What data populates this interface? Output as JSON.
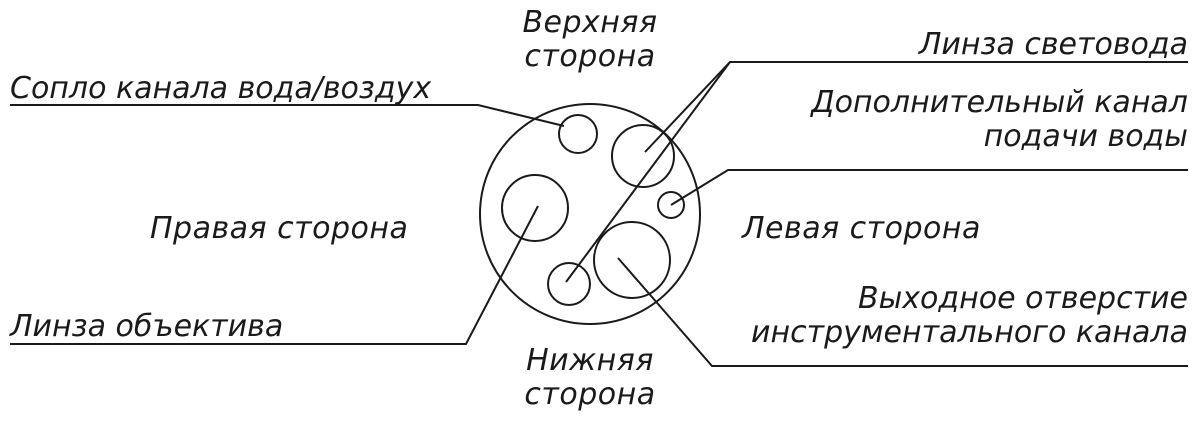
{
  "sides": {
    "top_line1": "Верхняя",
    "top_line2": "сторона",
    "bottom_line1": "Нижняя",
    "bottom_line2": "сторона",
    "right_side": "Правая сторона",
    "left_side": "Левая сторона"
  },
  "callouts": {
    "nozzle": "Сопло канала вода/воздух",
    "light_guide_lens": "Линза световода",
    "aux_water_line1": "Дополнительный канал",
    "aux_water_line2": "подачи воды",
    "objective_lens": "Линза объектива",
    "instrument_outlet_line1": "Выходное отверстие",
    "instrument_outlet_line2": "инструментального канала"
  }
}
